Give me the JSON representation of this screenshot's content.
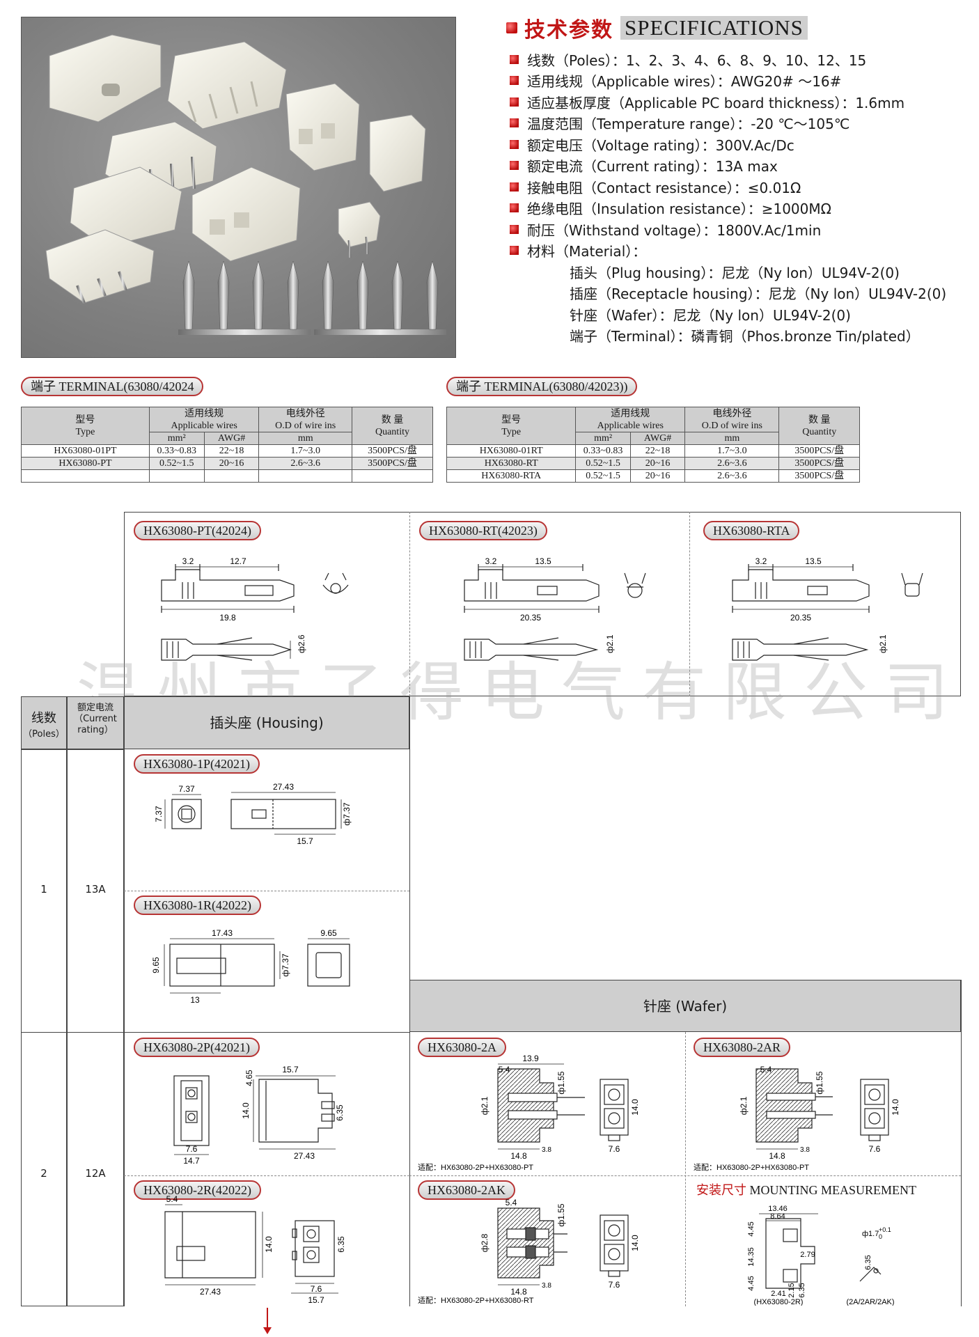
{
  "spec": {
    "title_cn": "技术参数",
    "title_en": "SPECIFICATIONS",
    "items": [
      "线数（Poles）：1、2、3、4、6、8、9、10、12、15",
      "适用线规（Applicable wires）：AWG20# ～16#",
      "适应基板厚度（Applicable PC board thickness）：1.6mm",
      "温度范围（Temperature range）：-20 ℃～105℃",
      "额定电压（Voltage rating）：300V.Ac/Dc",
      "额定电流（Current rating）：13A max",
      "接触电阻（Contact resistance）：≤0.01Ω",
      "绝缘电阻（Insulation resistance）：≥1000MΩ",
      "耐压（Withstand voltage）：1800V.Ac/1min",
      "材料（Material）："
    ],
    "materials": [
      "插头（Plug housing）：尼龙（Ny lon）UL94V-2(0)",
      "插座（Receptacle housing）：尼龙（Ny lon）UL94V-2(0)",
      "针座（Wafer）：尼龙（Ny lon）UL94V-2(0)",
      "端子（Terminal）：磷青铜（Phos.bronze Tin/plated）"
    ]
  },
  "terminal_tables": [
    {
      "badge": "端子 TERMINAL(63080/42024",
      "head": {
        "type_cn": "型号",
        "type_en": "Type",
        "wires_cn": "适用线规",
        "wires_en": "Applicable wires",
        "od_cn": "电线外径",
        "od_en": "O.D of wire ins",
        "qty_cn": "数  量",
        "qty_en": "Quantity",
        "mm2": "mm²",
        "awg": "AWG#",
        "mm": "mm"
      },
      "rows": [
        [
          "HX63080-01PT",
          "0.33~0.83",
          "22~18",
          "1.7~3.0",
          "3500PCS/盘"
        ],
        [
          "HX63080-PT",
          "0.52~1.5",
          "20~16",
          "2.6~3.6",
          "3500PCS/盘"
        ],
        [
          "",
          "",
          "",
          "",
          ""
        ]
      ]
    },
    {
      "badge": "端子 TERMINAL(63080/42023))",
      "head": {
        "type_cn": "型号",
        "type_en": "Type",
        "wires_cn": "适用线规",
        "wires_en": "Applicable wires",
        "od_cn": "电线外径",
        "od_en": "O.D of wire ins",
        "qty_cn": "数  量",
        "qty_en": "Quantity",
        "mm2": "mm²",
        "awg": "AWG#",
        "mm": "mm"
      },
      "rows": [
        [
          "HX63080-01RT",
          "0.33~0.83",
          "22~18",
          "1.7~3.0",
          "3500PCS/盘"
        ],
        [
          "HX63080-RT",
          "0.52~1.5",
          "20~16",
          "2.6~3.6",
          "3500PCS/盘"
        ],
        [
          "HX63080-RTA",
          "0.52~1.5",
          "20~16",
          "2.6~3.6",
          "3500PCS/盘"
        ]
      ]
    }
  ],
  "terminals": [
    {
      "label": "HX63080-PT(42024)",
      "d1": "3.2",
      "d2": "12.7",
      "len": "19.8",
      "dia": "ф2.6"
    },
    {
      "label": "HX63080-RT(42023)",
      "d1": "3.2",
      "d2": "13.5",
      "len": "20.35",
      "dia": "ф2.1"
    },
    {
      "label": "HX63080-RTA",
      "d1": "3.2",
      "d2": "13.5",
      "len": "20.35",
      "dia": "ф2.1"
    }
  ],
  "watermark": "温州市了得电气有限公司",
  "housing_table": {
    "poles_cn": "线数",
    "poles_en": "（Poles）",
    "current_cn": "额定电流",
    "current_en": "（Current rating）",
    "housing": "插头座 (Housing)",
    "wafer": "针座 (Wafer)",
    "rows": [
      {
        "poles": "1",
        "current": "13A"
      },
      {
        "poles": "2",
        "current": "12A"
      }
    ]
  },
  "parts": {
    "p1p": {
      "label": "HX63080-1P(42021)",
      "w": "7.37",
      "h": "7.37",
      "len": "27.43",
      "sub": "15.7",
      "dia": "ф7.37"
    },
    "p1r": {
      "label": "HX63080-1R(42022)",
      "len": "17.43",
      "h": "9.65",
      "sub": "13",
      "dia": "ф7.37",
      "w": "9.65"
    },
    "p2p": {
      "label": "HX63080-2P(42021)",
      "a": "15.7",
      "b": "4.65",
      "c": "14.0",
      "d": "6.35",
      "e": "7.6",
      "f": "14.7",
      "g": "27.43"
    },
    "p2r": {
      "label": "HX63080-2R(42022)",
      "a": "5.4",
      "c": "14.0",
      "g": "27.43",
      "d": "6.35",
      "e": "7.6",
      "f": "15.7"
    },
    "p2a": {
      "label": "HX63080-2A",
      "a": "13.9",
      "b": "5.4",
      "c": "ф1.55",
      "d": "ф2.1",
      "e": "14.8",
      "f": "3.8",
      "g": "14.0",
      "h": "7.6",
      "fit": "适配：HX63080-2P+HX63080-PT"
    },
    "p2ar": {
      "label": "HX63080-2AR",
      "b": "5.4",
      "c": "ф1.55",
      "d": "ф2.1",
      "e": "14.8",
      "f": "3.8",
      "g": "14.0",
      "h": "7.6",
      "fit": "适配：HX63080-2P+HX63080-PT"
    },
    "p2ak": {
      "label": "HX63080-2AK",
      "b": "5.4",
      "c": "ф1.55",
      "d": "ф2.8",
      "e": "14.8",
      "f": "3.8",
      "g": "14.0",
      "h": "7.6",
      "fit": "适配：HX63080-2P+HX63080-RT"
    },
    "mount": {
      "title_cn": "安装尺寸",
      "title_en": "MOUNTING MEASUREMENT",
      "a": "13.46",
      "b": "8.64",
      "c": "4.45",
      "d": "14.35",
      "e": "4.45",
      "f": "2.79",
      "g": "2.15",
      "h": "6.35",
      "i": "2.41",
      "hole": "ф1.7",
      "tol_up": "+0.1",
      "tol_dn": "0",
      "s": "6.35",
      "cap1": "(HX63080-2R)",
      "cap2": "(2A/2AR/2AK)"
    }
  }
}
